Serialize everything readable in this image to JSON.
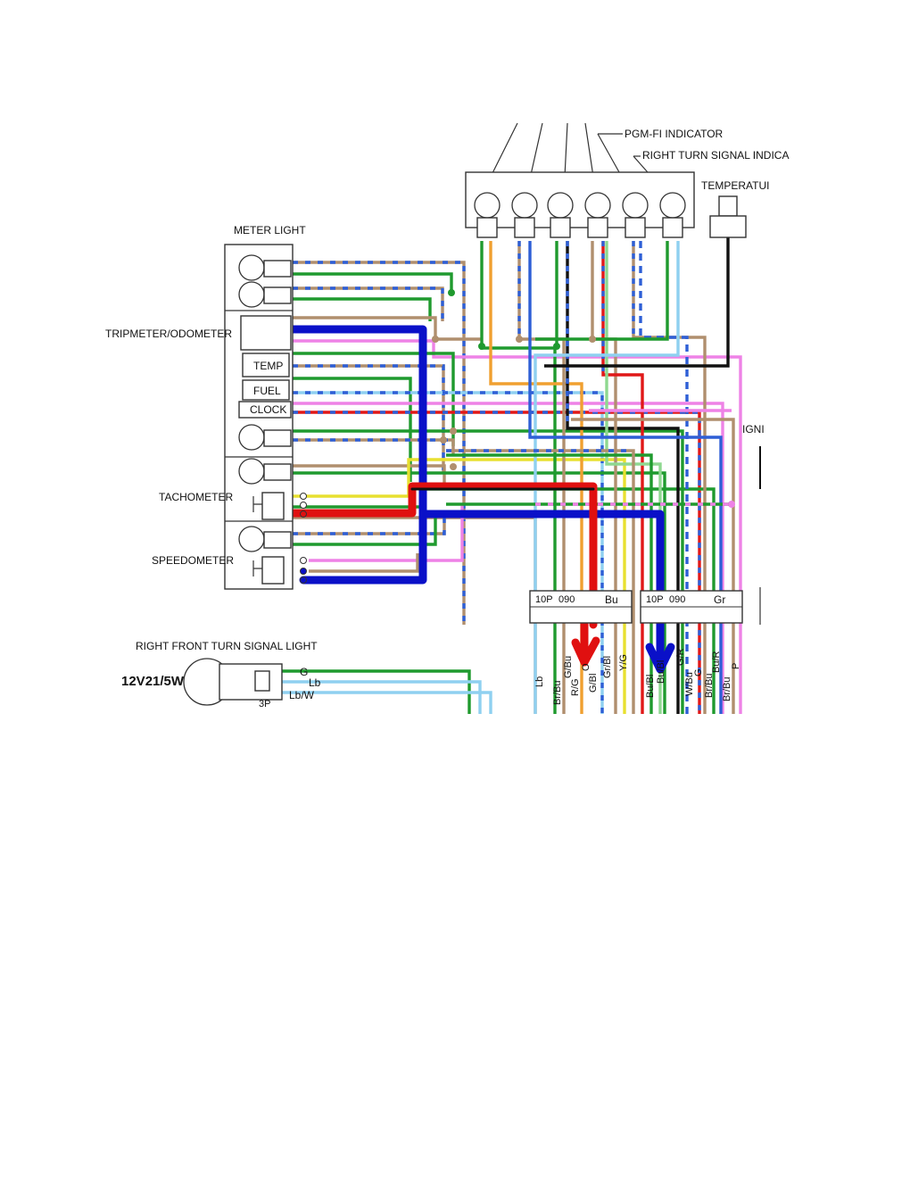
{
  "labels": {
    "pgm_fi_indicator": "PGM-FI INDICATOR",
    "right_turn_signal_indicator": "RIGHT TURN SIGNAL INDICA",
    "temperature": "TEMPERATUI",
    "ignition": "IGNI",
    "meter_light": "METER LIGHT",
    "tripmeter_odometer": "TRIPMETER/ODOMETER",
    "temp": "TEMP",
    "fuel": "FUEL",
    "clock": "CLOCK",
    "tachometer": "TACHOMETER",
    "speedometer": "SPEEDOMETER",
    "right_front_turn_signal_light": "RIGHT FRONT TURN SIGNAL LIGHT",
    "bulb_rating": "12V21/5W",
    "connector_3p": "3P",
    "wire_g": "G",
    "wire_lb": "Lb",
    "wire_lbw": "Lb/W"
  },
  "connectors": [
    {
      "id": "left",
      "pins": "10P",
      "code": "090",
      "color": "Bu",
      "wires": [
        "Lb",
        "Br/Bu",
        "R/G",
        "G/Bu",
        "O",
        "G/Bl",
        "Gr/Bl",
        "Y/G"
      ]
    },
    {
      "id": "right",
      "pins": "10P",
      "code": "090",
      "color": "Gr",
      "wires": [
        "Bu/Bl",
        "Bu/Bl",
        "G/R",
        "W/Bu",
        "G",
        "Br/Bu",
        "Bu/R",
        "Br/Bu",
        "P"
      ]
    }
  ],
  "colors": {
    "green": "#1f9a2e",
    "tan": "#b08f6e",
    "blue": "#2e5fd6",
    "light_blue": "#8fd0f0",
    "red": "#e01818",
    "pink": "#ee82e6",
    "orange": "#f0a030",
    "black": "#111111",
    "yellow": "#e8e030",
    "highlight_blue": "#0a10c8",
    "highlight_red": "#e01010"
  }
}
